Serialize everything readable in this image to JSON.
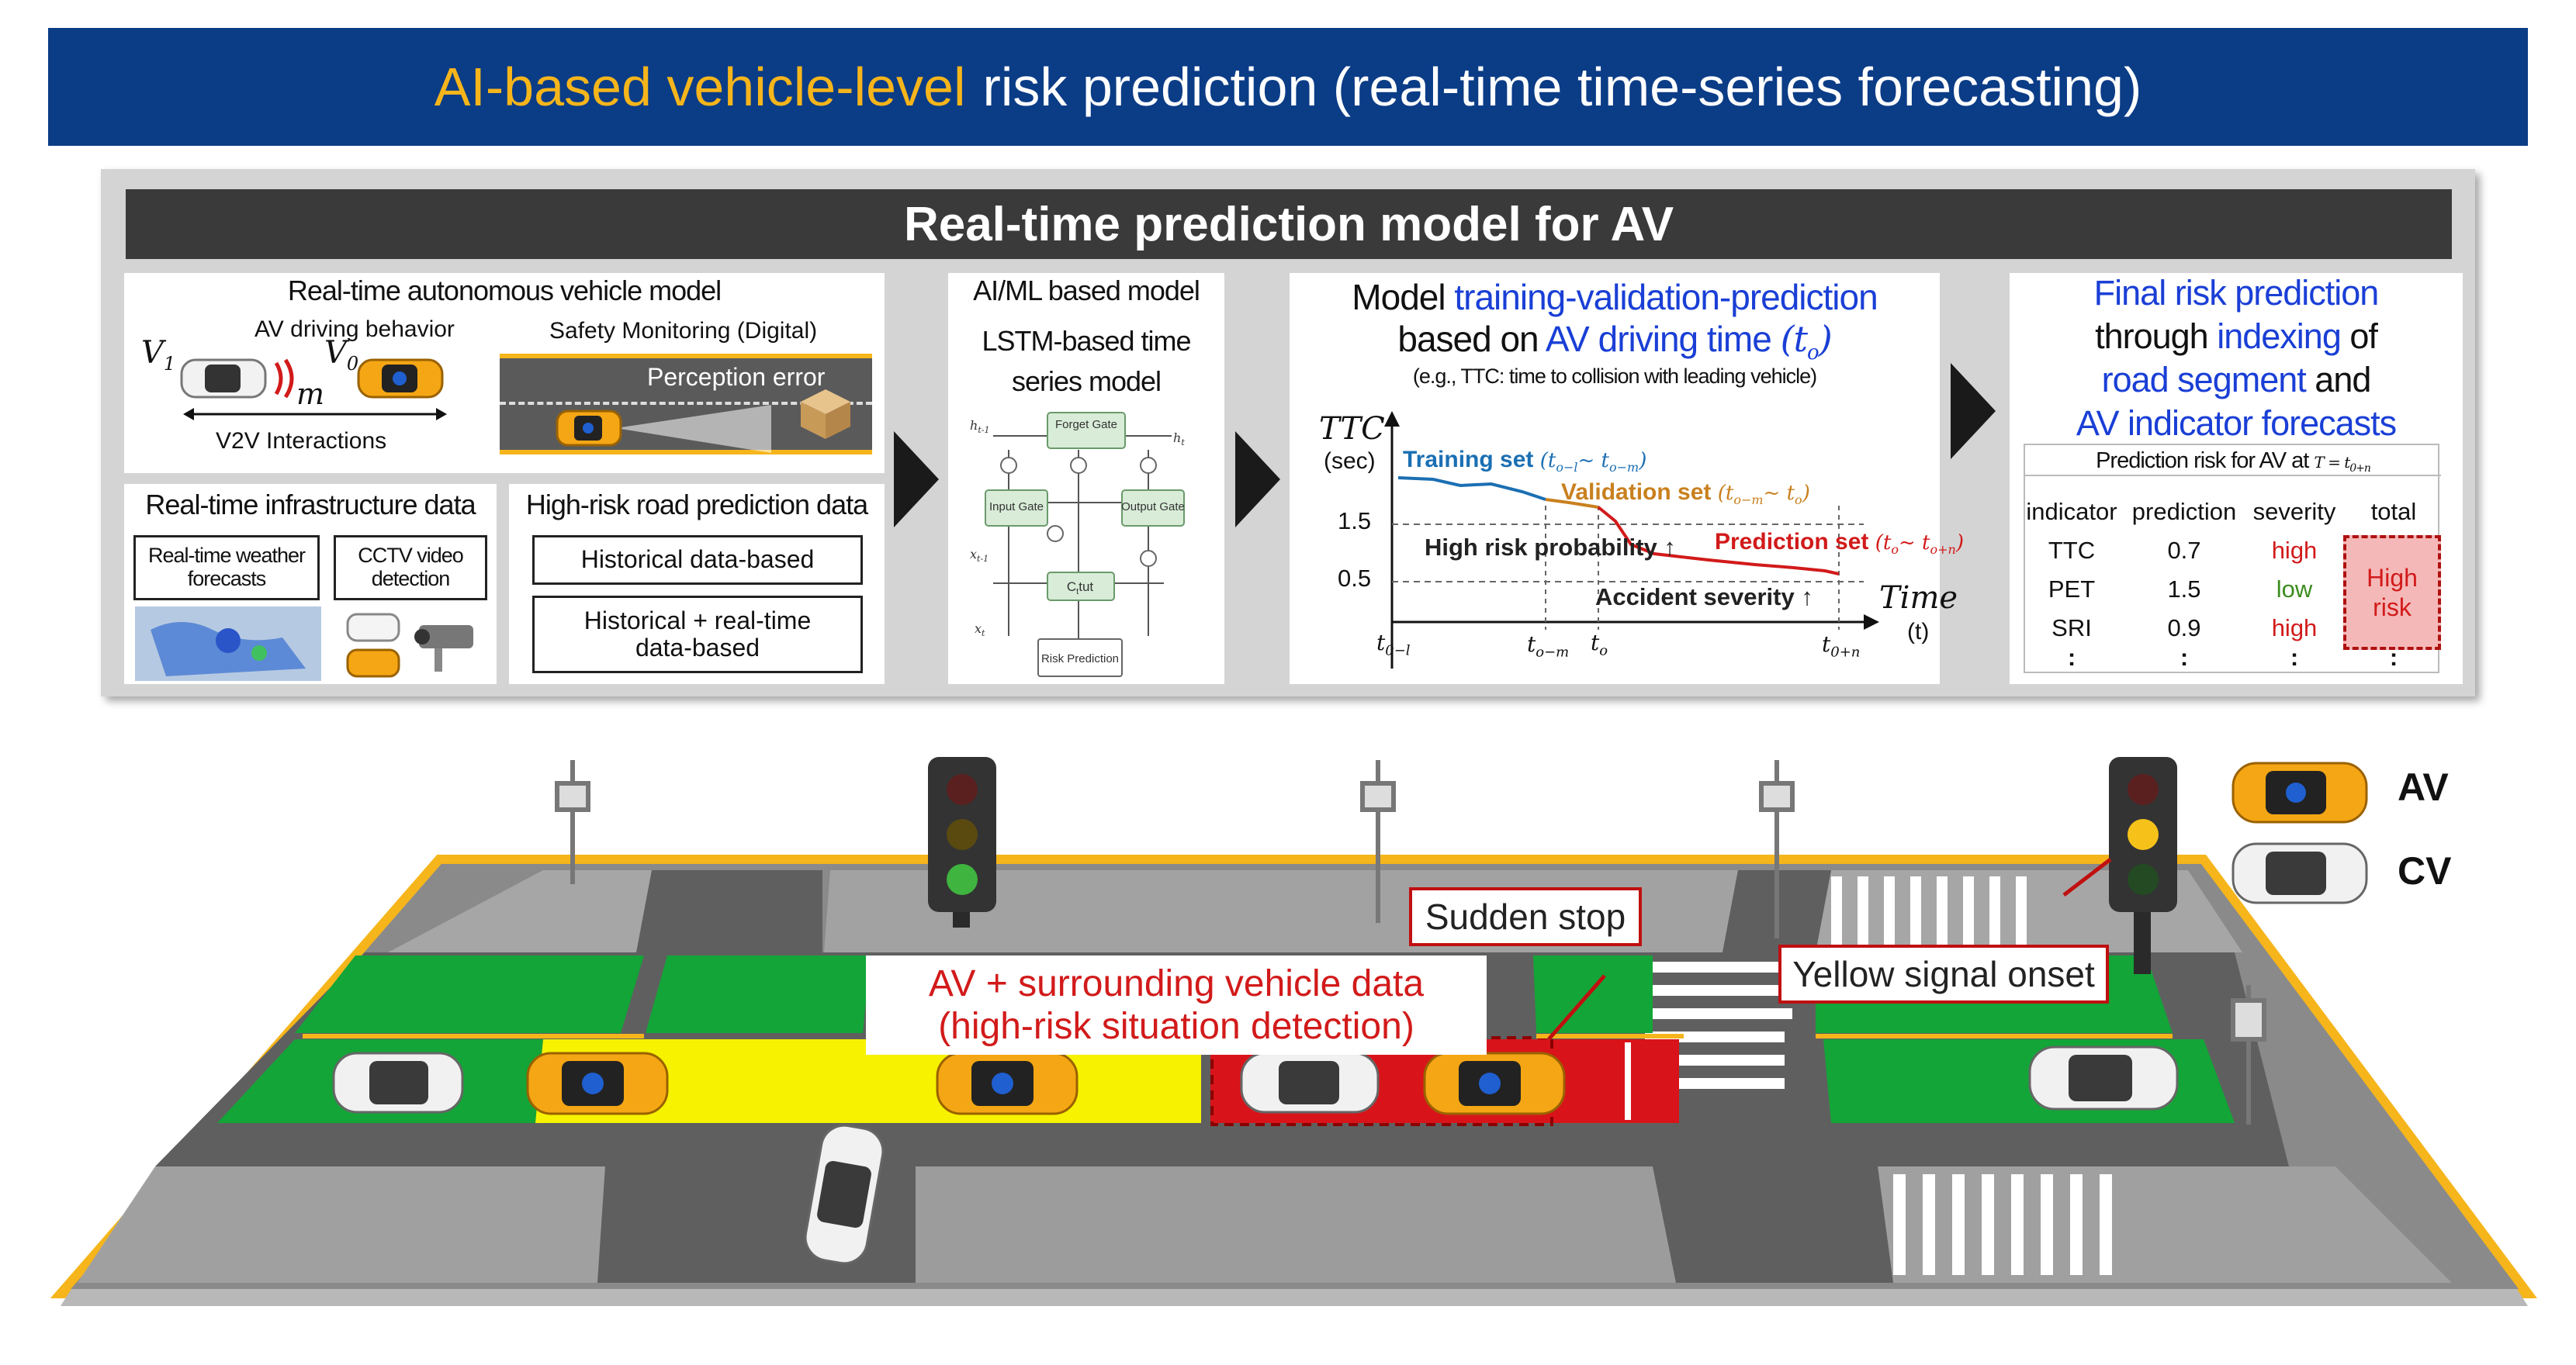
{
  "banner": {
    "title_highlight": "AI-based vehicle-level",
    "title_rest": "risk prediction (real-time time-series forecasting)"
  },
  "model_header": "Real-time prediction model for AV",
  "av_model": {
    "title": "Real-time autonomous vehicle model",
    "behavior_label": "AV driving behavior",
    "v1": "V",
    "v1_sub": "1",
    "v0": "V",
    "v0_sub": "0",
    "gap": "m",
    "v2v": "V2V Interactions",
    "safety_title": "Safety Monitoring (Digital)",
    "perception": "Perception error"
  },
  "infra": {
    "title": "Real-time infrastructure data",
    "weather": "Real-time weather forecasts",
    "cctv": "CCTV video detection"
  },
  "highrisk": {
    "title": "High-risk road prediction data",
    "hist": "Historical data-based",
    "hist_rt": "Historical + real-time data-based"
  },
  "ai_model": {
    "title": "AI/ML based model",
    "subtitle": "LSTM-based time series model",
    "h_prev": "h",
    "h_prev_sub": "t-1",
    "h_t": "h",
    "h_t_sub": "t",
    "x_prev": "x",
    "x_prev_sub": "t-1",
    "x_t": "x",
    "x_t_sub": "t",
    "forget_gate": "Forget Gate",
    "input_gate": "Input Gate",
    "output_gate": "Output Gate",
    "cell": "C",
    "cell_sub": "t",
    "cell_tail": "tut",
    "risk_out": "Risk Prediction"
  },
  "training": {
    "line1_pre": "Model",
    "line1_hl": "training-validation-prediction",
    "line2_pre": "based on",
    "line2_hl": "AV driving time",
    "line2_sym": "(t",
    "line2_sub": "o",
    "line2_close": ")",
    "example": "(e.g., TTC: time to collision with leading vehicle)"
  },
  "chart_data": {
    "type": "line",
    "ylabel": "TTC",
    "yunit": "(sec)",
    "xlabel": "Time",
    "xunit": "(t)",
    "yticks": [
      "1.5",
      "0.5"
    ],
    "xticks": [
      "t0-l",
      "to-m",
      "to",
      "t0+n"
    ],
    "series": [
      {
        "name": "Training set",
        "range": "(t0-l ~ to-m)",
        "color": "#1b6fb3"
      },
      {
        "name": "Validation set",
        "range": "(to-m ~ to)",
        "color": "#c9801e"
      },
      {
        "name": "Prediction set",
        "range": "(to ~ to+n)",
        "color": "#d21a1a"
      }
    ],
    "annotations": {
      "high_risk": "High risk probability ↑",
      "severity": "Accident severity ↑"
    }
  },
  "final": {
    "l1_hl": "Final risk prediction",
    "l2_pre": "through",
    "l2_hl": "indexing",
    "l2_post": "of",
    "l3_hl": "road segment",
    "l3_post": "and",
    "l4_hl": "AV indicator forecasts",
    "table_title": "Prediction risk for AV at",
    "table_title_sym": "T = t",
    "table_title_sub": "0+n",
    "headers": [
      "indicator",
      "prediction",
      "severity",
      "total"
    ],
    "rows": [
      {
        "indicator": "TTC",
        "prediction": "0.7",
        "severity": "high"
      },
      {
        "indicator": "PET",
        "prediction": "1.5",
        "severity": "low"
      },
      {
        "indicator": "SRI",
        "prediction": "0.9",
        "severity": "high"
      }
    ],
    "dots": ":",
    "total": "High risk"
  },
  "scene": {
    "av_data_l1": "AV + surrounding vehicle data",
    "av_data_l2": "(high-risk situation detection)",
    "sudden_stop": "Sudden stop",
    "yellow_signal": "Yellow signal onset",
    "legend_av": "AV",
    "legend_cv": "CV"
  },
  "colors": {
    "banner": "#0b3c86",
    "highlight": "#f5b51b",
    "blue_text": "#1a3fd6",
    "red": "#d21a1a",
    "green_zone": "#13a538",
    "yellow_zone": "#f6f200",
    "red_zone": "#d8141a",
    "road": "#5f5f5f"
  }
}
